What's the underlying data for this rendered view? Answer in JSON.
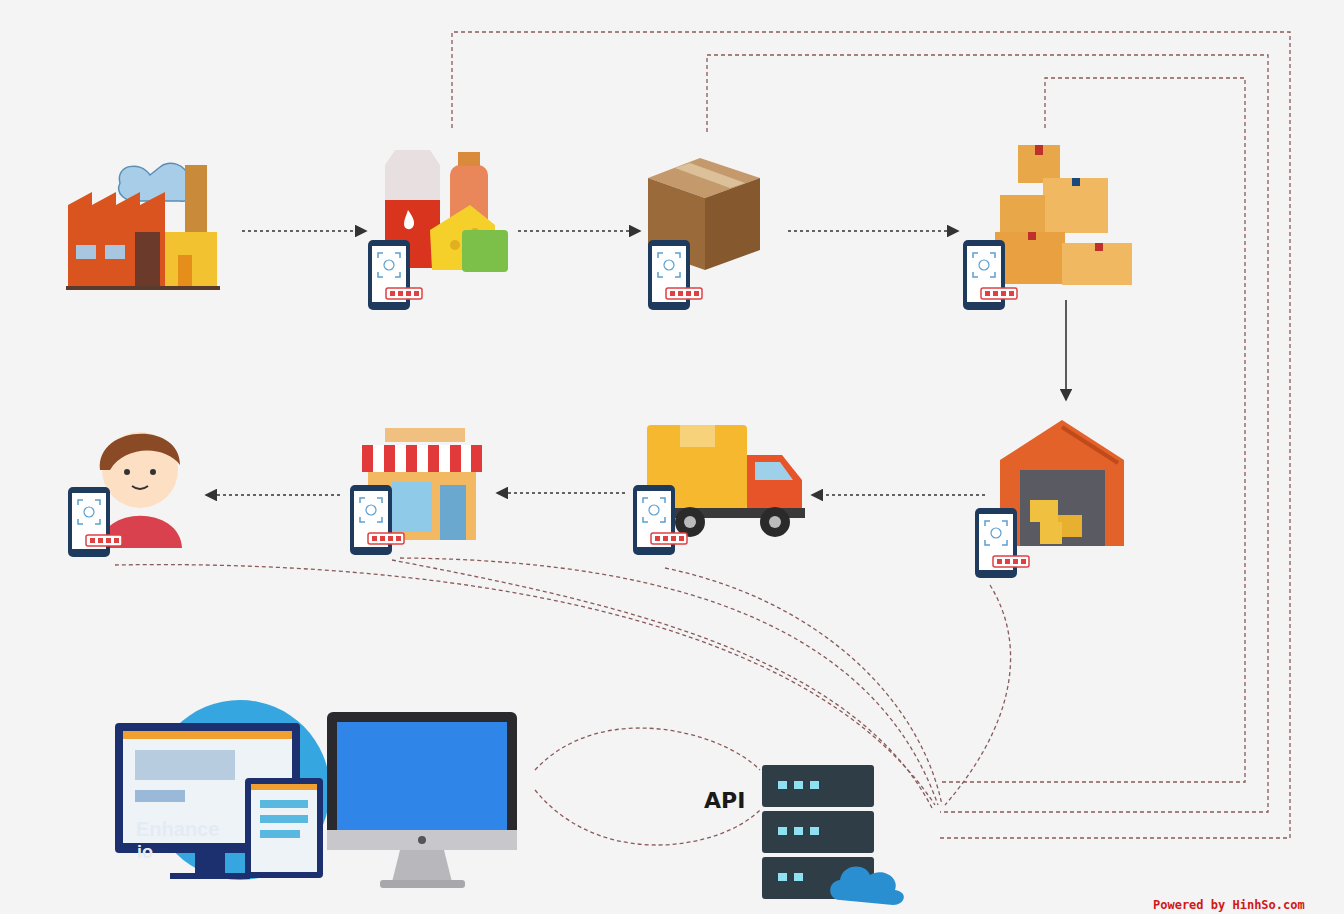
{
  "diagram": {
    "labels": [
      "API",
      "Enhance",
      "io",
      "Powered by HinhSo.com"
    ]
  }
}
